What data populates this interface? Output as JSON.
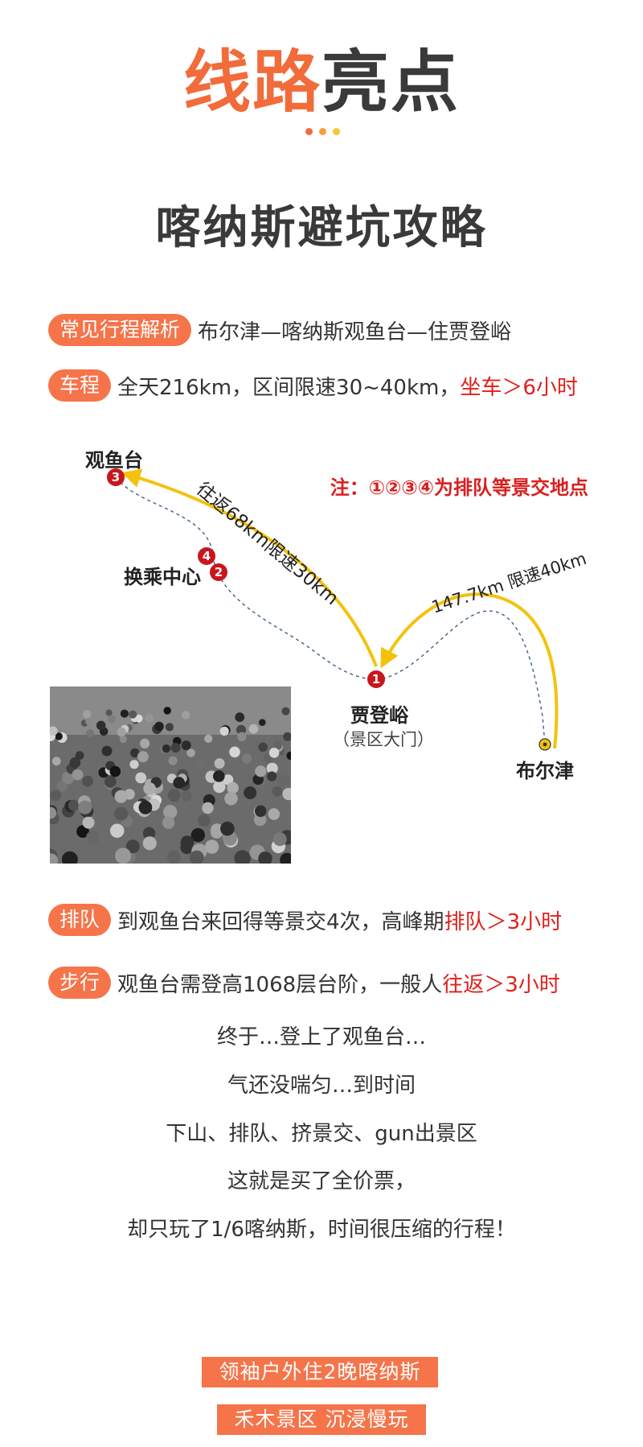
{
  "header": {
    "title_accent": "线路",
    "title_rest": "亮点",
    "dot_colors": [
      "#f26b3a",
      "#f5a13a",
      "#f5c63a"
    ]
  },
  "section": {
    "title": "喀纳斯避坑攻略"
  },
  "rows": {
    "itinerary": {
      "tag": "常见行程解析",
      "text": "布尔津—喀纳斯观鱼台—住贾登峪"
    },
    "drive": {
      "tag": "车程",
      "text": "全天216km，区间限速30~40km，",
      "highlight": "坐车＞6小时"
    },
    "queue": {
      "tag": "排队",
      "text": "到观鱼台来回得等景交4次，高峰期",
      "highlight": "排队＞3小时"
    },
    "walk": {
      "tag": "步行",
      "text": "观鱼台需登高1068层台阶，一般人",
      "highlight": "往返＞3小时"
    }
  },
  "map": {
    "note": "注：①②③④为排队等景交地点",
    "labels": {
      "guanyutai": "观鱼台",
      "transfer": "换乘中心",
      "jiadengyu": "贾登峪",
      "jiadengyu_sub": "（景区大门）",
      "burqin": "布尔津",
      "route_left": "往返68km限速30km",
      "route_right": "147.7km 限速40km"
    },
    "badges": {
      "b1": "1",
      "b2": "2",
      "b3": "3",
      "b4": "4"
    },
    "colors": {
      "route": "#f4c20d",
      "dashed": "#3f5f86",
      "badge": "#c8161d"
    }
  },
  "story": {
    "lines": [
      "终于…登上了观鱼台…",
      "气还没喘匀…到时间",
      "下山、排队、挤景交、gun出景区",
      "这就是买了全价票，",
      "却只玩了1/6喀纳斯，时间很压缩的行程！"
    ]
  },
  "footer": {
    "banner1": "领袖户外住2晚喀纳斯",
    "banner2": "禾木景区  沉浸慢玩"
  }
}
